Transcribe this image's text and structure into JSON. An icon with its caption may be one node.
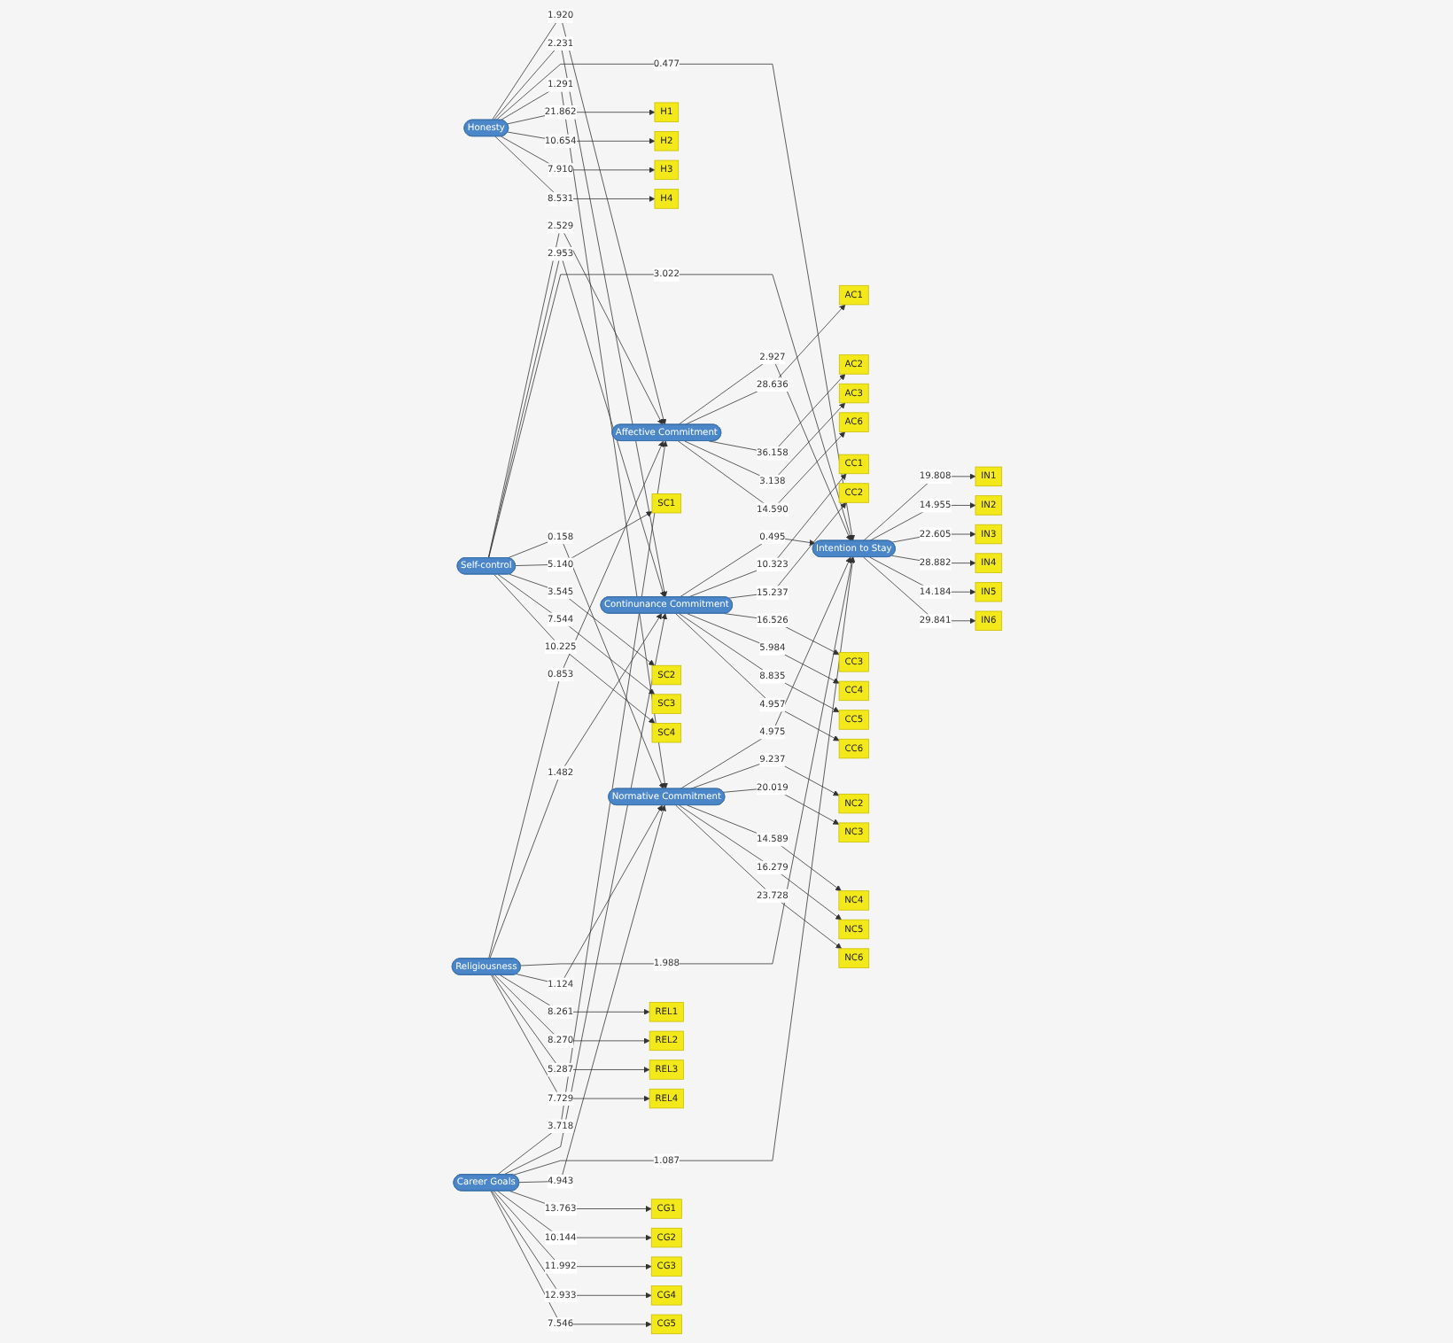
{
  "diagram": {
    "nodes": [
      {
        "text": [
          "AC1"
        ]
      },
      {
        "text": [
          "AC2"
        ]
      },
      {
        "text": [
          "AC3"
        ]
      },
      {
        "text": [
          "AC6"
        ]
      },
      {
        "text": [
          "Affective Commitment"
        ]
      },
      {
        "text": [
          "CC1"
        ]
      },
      {
        "text": [
          "CC2"
        ]
      },
      {
        "text": [
          "CC3"
        ]
      },
      {
        "text": [
          "CC4"
        ]
      },
      {
        "text": [
          "CC5"
        ]
      },
      {
        "text": [
          "CC6"
        ]
      },
      {
        "text": [
          "Continunance Commitment"
        ]
      },
      {
        "text": [
          "H1"
        ]
      },
      {
        "text": [
          "H2"
        ]
      },
      {
        "text": [
          "H3"
        ]
      },
      {
        "text": [
          "H4"
        ]
      },
      {
        "text": [
          "Honesty"
        ]
      },
      {
        "text": [
          "SC1"
        ]
      },
      {
        "text": [
          "SC2"
        ]
      },
      {
        "text": [
          "SC3"
        ]
      },
      {
        "text": [
          "SC4"
        ]
      },
      {
        "text": [
          "Self-control"
        ]
      },
      {
        "text": [
          "REL1"
        ]
      },
      {
        "text": [
          "REL2"
        ]
      },
      {
        "text": [
          "REL3"
        ]
      },
      {
        "text": [
          "REL4"
        ]
      },
      {
        "text": [
          "Religiousness"
        ]
      },
      {
        "text": [
          "CG1"
        ]
      },
      {
        "text": [
          "CG2"
        ]
      },
      {
        "text": [
          "CG3"
        ]
      },
      {
        "text": [
          "CG4"
        ]
      },
      {
        "text": [
          "CG5"
        ]
      },
      {
        "text": [
          "Career Goals"
        ]
      },
      {
        "text": [
          "IN1"
        ]
      },
      {
        "text": [
          "IN2"
        ]
      },
      {
        "text": [
          "IN3"
        ]
      },
      {
        "text": [
          "IN4"
        ]
      },
      {
        "text": [
          "IN5"
        ]
      },
      {
        "text": [
          "IN6"
        ]
      },
      {
        "text": [
          "Intention to Stay"
        ]
      },
      {
        "text": [
          "Normative Commitment"
        ]
      },
      {
        "text": [
          "NC2"
        ]
      },
      {
        "text": [
          "NC3"
        ]
      },
      {
        "text": [
          "NC4"
        ]
      },
      {
        "text": [
          "NC5"
        ]
      },
      {
        "text": [
          "NC6"
        ]
      }
    ],
    "edges": [
      {
        "from": 16,
        "to": 4,
        "arrow": "to",
        "label": "1.920"
      },
      {
        "from": 16,
        "to": 11,
        "arrow": "to",
        "label": "2.231"
      },
      {
        "from": 16,
        "to": 39,
        "arrow": "to",
        "label": "0.477"
      },
      {
        "from": 16,
        "to": 40,
        "arrow": "to",
        "label": "1.291"
      },
      {
        "from": 21,
        "to": 4,
        "arrow": "to",
        "label": "2.529"
      },
      {
        "from": 21,
        "to": 11,
        "arrow": "to",
        "label": "2.953"
      },
      {
        "from": 21,
        "to": 39,
        "arrow": "to",
        "label": "3.022"
      },
      {
        "from": 21,
        "to": 40,
        "arrow": "to",
        "label": "0.158"
      },
      {
        "from": 26,
        "to": 4,
        "arrow": "to",
        "label": "0.853"
      },
      {
        "from": 26,
        "to": 11,
        "arrow": "to",
        "label": "1.482"
      },
      {
        "from": 26,
        "to": 39,
        "arrow": "to",
        "label": "1.988"
      },
      {
        "from": 26,
        "to": 40,
        "arrow": "to",
        "label": "1.124"
      },
      {
        "from": 32,
        "to": 4,
        "arrow": "to",
        "label": "3.718"
      },
      {
        "from": 32,
        "to": 11,
        "arrow": "to"
      },
      {
        "from": 32,
        "to": 39,
        "arrow": "to",
        "label": "1.087"
      },
      {
        "from": 32,
        "to": 40,
        "arrow": "to",
        "label": "4.943"
      },
      {
        "from": 4,
        "to": 39,
        "arrow": "to",
        "label": "2.927"
      },
      {
        "from": 11,
        "to": 39,
        "arrow": "to",
        "label": "0.495"
      },
      {
        "from": 40,
        "to": 39,
        "arrow": "to",
        "label": "4.975"
      },
      {
        "from": 4,
        "to": 0,
        "arrow": "to",
        "label": "28.636"
      },
      {
        "from": 4,
        "to": 1,
        "arrow": "to",
        "label": "36.158"
      },
      {
        "from": 4,
        "to": 2,
        "arrow": "to",
        "label": "3.138"
      },
      {
        "from": 4,
        "to": 3,
        "arrow": "to",
        "label": "14.590"
      },
      {
        "from": 11,
        "to": 5,
        "arrow": "to",
        "label": "10.323"
      },
      {
        "from": 11,
        "to": 6,
        "arrow": "to",
        "label": "15.237"
      },
      {
        "from": 11,
        "to": 7,
        "arrow": "to",
        "label": "16.526"
      },
      {
        "from": 11,
        "to": 8,
        "arrow": "to",
        "label": "5.984"
      },
      {
        "from": 11,
        "to": 9,
        "arrow": "to",
        "label": "8.835"
      },
      {
        "from": 11,
        "to": 10,
        "arrow": "to",
        "label": "4.957"
      },
      {
        "from": 16,
        "to": 12,
        "arrow": "to",
        "label": "21.862"
      },
      {
        "from": 16,
        "to": 13,
        "arrow": "to",
        "label": "10.654"
      },
      {
        "from": 16,
        "to": 14,
        "arrow": "to",
        "label": "7.910"
      },
      {
        "from": 16,
        "to": 15,
        "arrow": "to",
        "label": "8.531"
      },
      {
        "from": 21,
        "to": 17,
        "arrow": "to",
        "label": "5.140"
      },
      {
        "from": 21,
        "to": 18,
        "arrow": "to",
        "label": "3.545"
      },
      {
        "from": 21,
        "to": 19,
        "arrow": "to",
        "label": "7.544"
      },
      {
        "from": 21,
        "to": 20,
        "arrow": "to",
        "label": "10.225"
      },
      {
        "from": 26,
        "to": 22,
        "arrow": "to",
        "label": "8.261"
      },
      {
        "from": 26,
        "to": 23,
        "arrow": "to",
        "label": "8.270"
      },
      {
        "from": 26,
        "to": 24,
        "arrow": "to",
        "label": "5.287"
      },
      {
        "from": 26,
        "to": 25,
        "arrow": "to",
        "label": "7.729"
      },
      {
        "from": 32,
        "to": 27,
        "arrow": "to",
        "label": "13.763"
      },
      {
        "from": 32,
        "to": 28,
        "arrow": "to",
        "label": "10.144"
      },
      {
        "from": 32,
        "to": 29,
        "arrow": "to",
        "label": "11.992"
      },
      {
        "from": 32,
        "to": 30,
        "arrow": "to",
        "label": "12.933"
      },
      {
        "from": 32,
        "to": 31,
        "arrow": "to",
        "label": "7.546"
      },
      {
        "from": 39,
        "to": 33,
        "arrow": "to",
        "label": "19.808"
      },
      {
        "from": 39,
        "to": 34,
        "arrow": "to",
        "label": "14.955"
      },
      {
        "from": 39,
        "to": 35,
        "arrow": "to",
        "label": "22.605"
      },
      {
        "from": 39,
        "to": 36,
        "arrow": "to",
        "label": "28.882"
      },
      {
        "from": 39,
        "to": 37,
        "arrow": "to",
        "label": "14.184"
      },
      {
        "from": 39,
        "to": 38,
        "arrow": "to",
        "label": "29.841"
      },
      {
        "from": 40,
        "to": 41,
        "arrow": "to",
        "label": "9.237"
      },
      {
        "from": 40,
        "to": 42,
        "arrow": "to",
        "label": "20.019"
      },
      {
        "from": 40,
        "to": 43,
        "arrow": "to",
        "label": "14.589"
      },
      {
        "from": 40,
        "to": 44,
        "arrow": "to",
        "label": "16.279"
      },
      {
        "from": 40,
        "to": 45,
        "arrow": "to",
        "label": "23.728"
      }
    ]
  }
}
